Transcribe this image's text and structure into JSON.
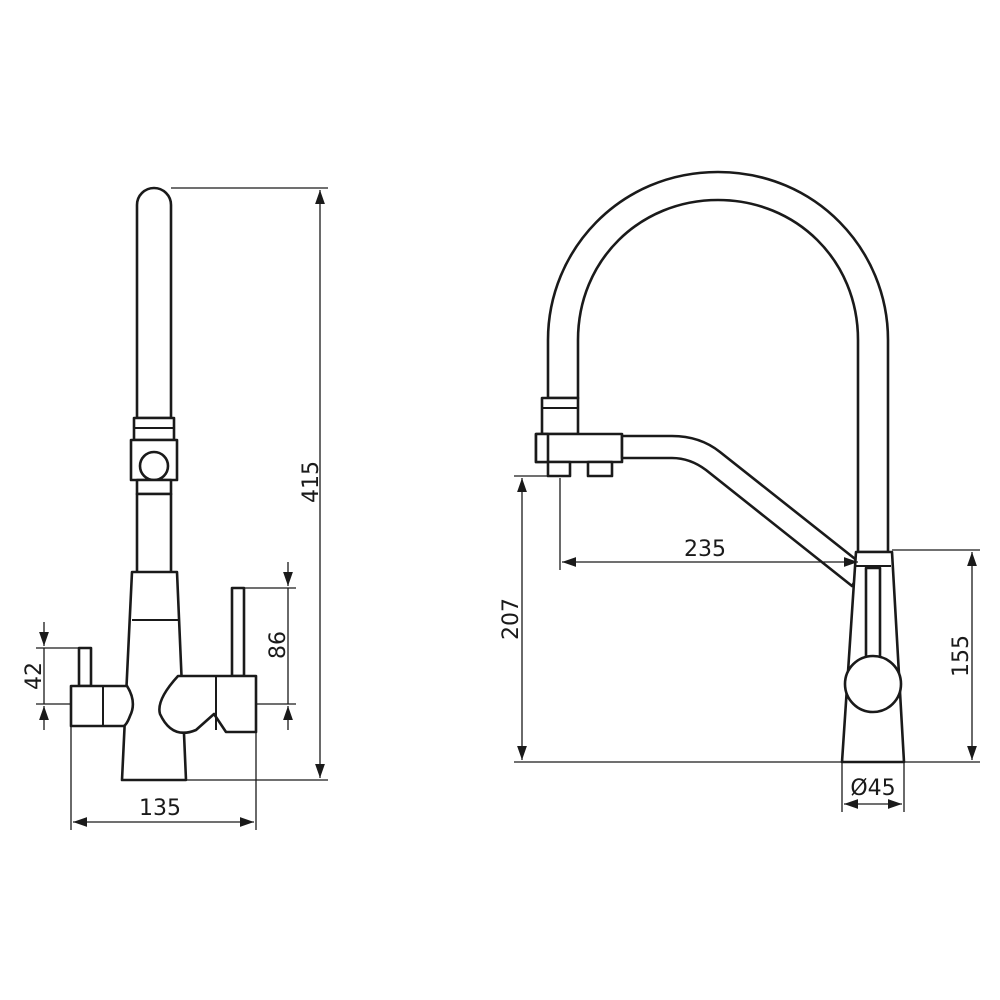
{
  "dimensions": {
    "total_height": "415",
    "lever_height": "86",
    "small_lever_height": "42",
    "front_width": "135",
    "side_base_height": "207",
    "spout_reach": "235",
    "side_body_height": "155",
    "base_diameter": "Ø45"
  },
  "colors": {
    "line": "#1a1a1a",
    "background": "#ffffff"
  }
}
